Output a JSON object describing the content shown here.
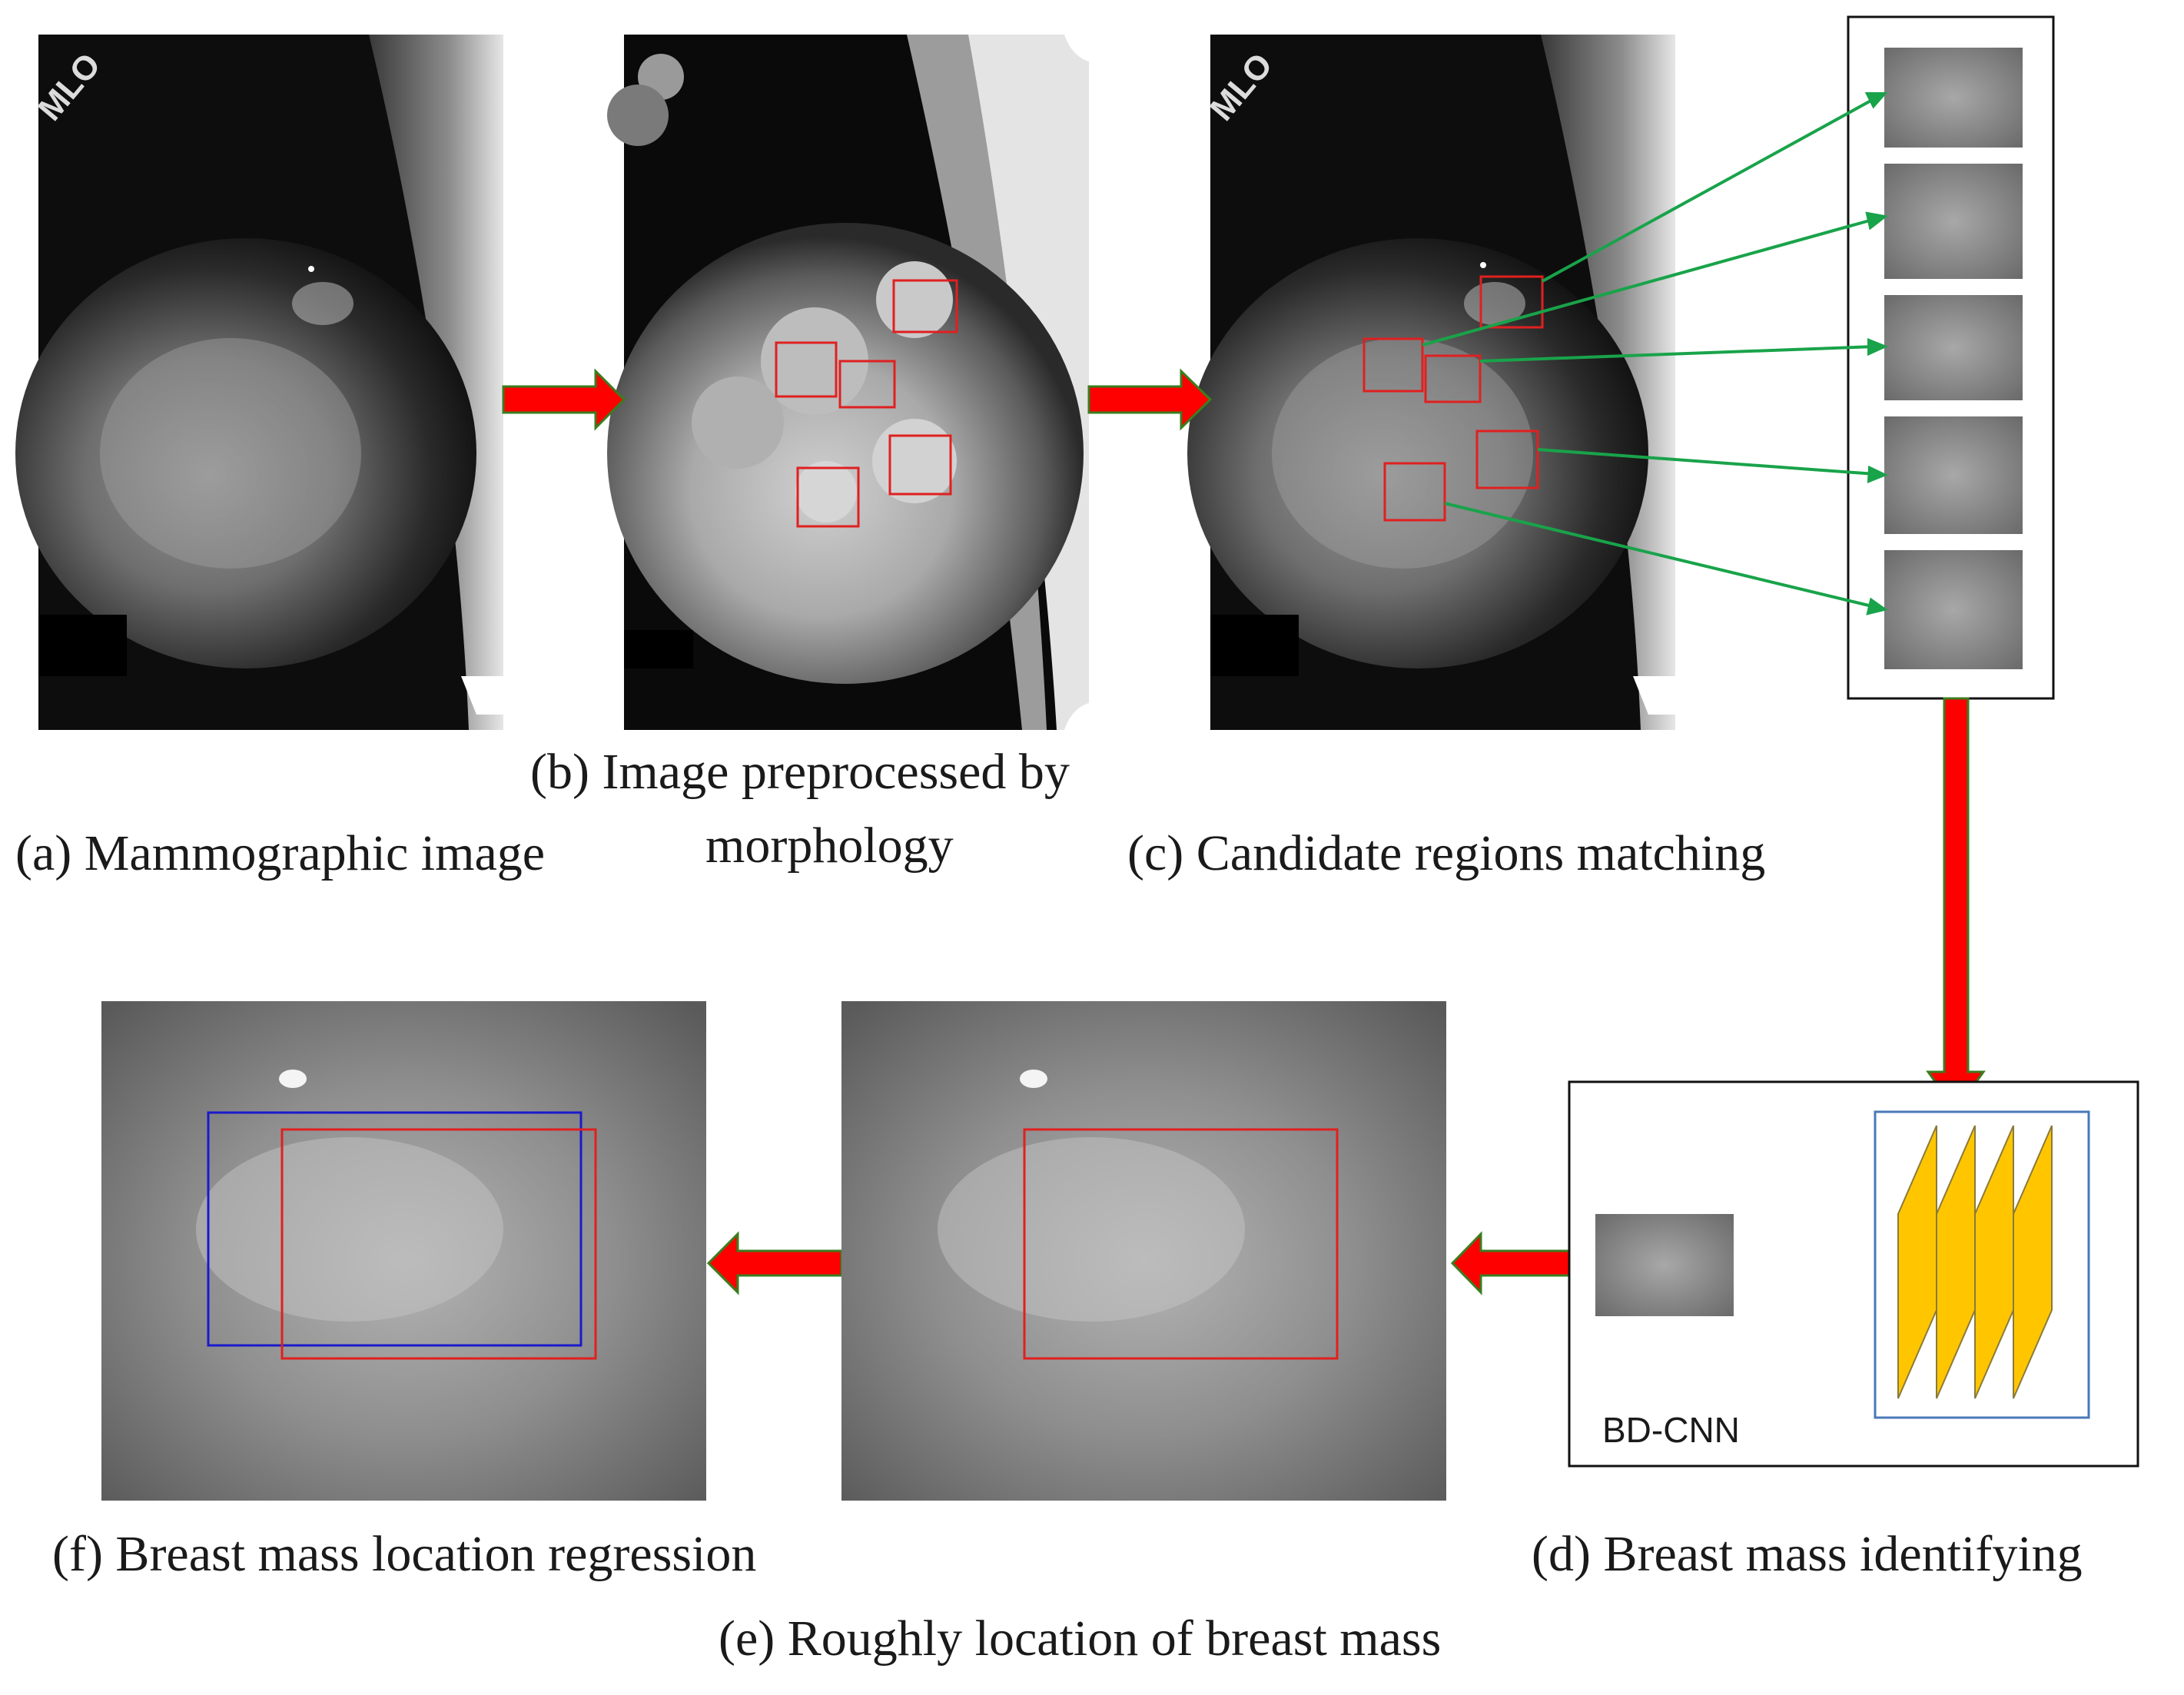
{
  "captions": {
    "a": "(a) Mammographic image",
    "b_line1": "(b) Image preprocessed by",
    "b_line2": "morphology",
    "c": "(c) Candidate regions matching",
    "d": "(d) Breast mass identifying",
    "e": "(e) Roughly location of breast mass",
    "f": "(f) Breast mass location regression"
  },
  "labels": {
    "network": "BD-CNN",
    "mlo": "MLO"
  },
  "colors": {
    "arrow_fill": "#ff0000",
    "arrow_stroke": "#3a7d1f",
    "candidate_box": "#e02020",
    "regression_box": "#1a1acc",
    "match_arrow": "#19a34a",
    "feature_map": "#ffc600"
  }
}
